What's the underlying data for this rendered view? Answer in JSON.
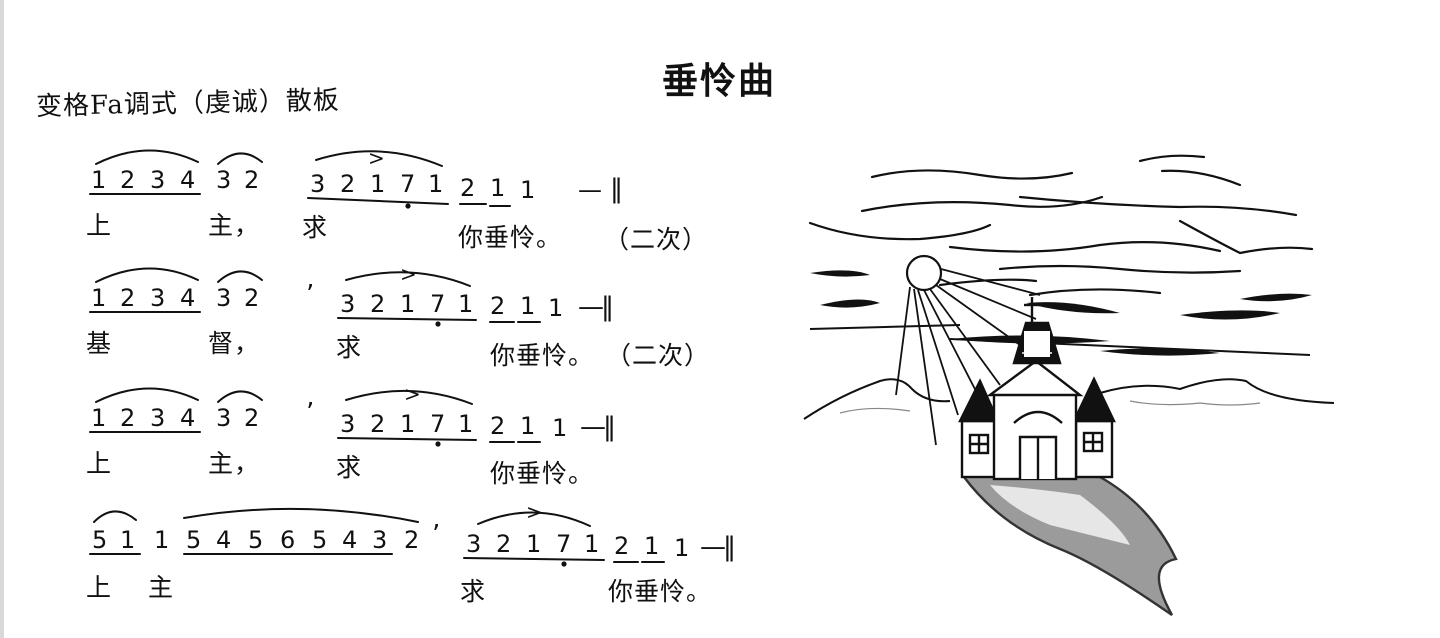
{
  "title": "垂怜曲",
  "tempo_line": "变格Fa调式（虔诚）散板",
  "barline_glyph": "—‖",
  "breath_glyph": "’",
  "accent_glyph": ">",
  "rows": [
    {
      "notes": [
        "1",
        "2",
        "3",
        "4",
        "3",
        "2",
        "3",
        "2",
        "1",
        "7",
        "1",
        "2",
        "1",
        "1"
      ],
      "dash": "—",
      "barline": "‖",
      "lyrics": [
        "上",
        "主，",
        "求",
        "你垂怜。"
      ],
      "repeat_note": "（二次）"
    },
    {
      "notes": [
        "1",
        "2",
        "3",
        "4",
        "3",
        "2",
        "3",
        "2",
        "1",
        "7",
        "1",
        "2",
        "1",
        "1"
      ],
      "barline": "—‖",
      "lyrics": [
        "基",
        "督，",
        "求",
        "你垂怜。"
      ],
      "repeat_note": "（二次）"
    },
    {
      "notes": [
        "1",
        "2",
        "3",
        "4",
        "3",
        "2",
        "3",
        "2",
        "1",
        "7",
        "1",
        "2",
        "1",
        "1"
      ],
      "barline": "—‖",
      "lyrics": [
        "上",
        "主，",
        "求",
        "你垂怜。"
      ]
    },
    {
      "notes": [
        "5",
        "1",
        "1",
        "5",
        "4",
        "5",
        "6",
        "5",
        "4",
        "3",
        "2",
        "3",
        "2",
        "1",
        "7",
        "1",
        "2",
        "1",
        "1"
      ],
      "barline": "—‖",
      "lyrics": [
        "上",
        "主",
        "求",
        "你垂怜。"
      ]
    }
  ],
  "illustration": "church-by-the-sea"
}
